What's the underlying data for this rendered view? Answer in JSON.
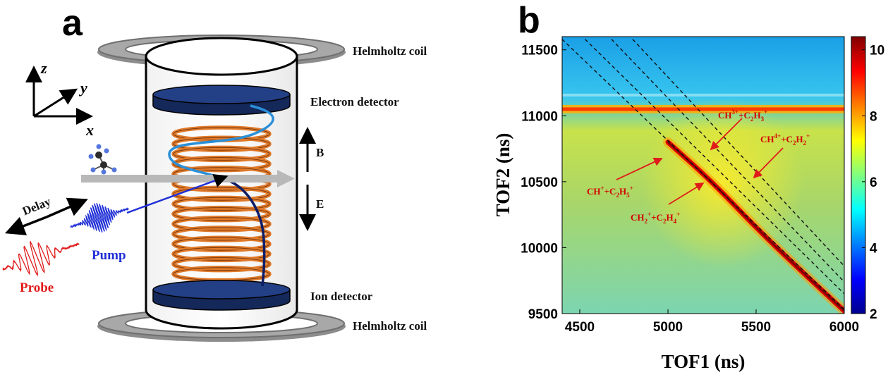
{
  "panel_a": {
    "letter": "a",
    "labels": {
      "helmholtz_top": "Helmholtz coil",
      "electron_detector": "Electron detector",
      "ion_detector": "Ion detector",
      "helmholtz_bottom": "Helmholtz coil",
      "b_field": "B",
      "e_field": "E",
      "delay": "Delay",
      "pump": "Pump",
      "probe": "Probe",
      "axis_x": "x",
      "axis_y": "y",
      "axis_z": "z"
    },
    "colors": {
      "coil": "#e07a2a",
      "detector": "#1a2f66",
      "pump": "#1f2fd6",
      "probe": "#e01b1b",
      "beam": "#b5b5b5"
    }
  },
  "panel_b": {
    "letter": "b",
    "annotations": {
      "ch3_c2h3": {
        "a": "CH",
        "a_sup": "3",
        "a_sup2": "+",
        "plus": "+C",
        "b_sub": "2",
        "b": "H",
        "b_sub2": "3",
        "b_sup": "+"
      },
      "ch4_c2h2": {
        "a": "CH",
        "a_sup": "4",
        "a_sup2": "+",
        "plus": "+C",
        "b_sub": "2",
        "b": "H",
        "b_sub2": "2",
        "b_sup": "+"
      },
      "ch_c2h5": {
        "a": "CH",
        "a_sup2": "+",
        "plus": "+C",
        "b_sub": "2",
        "b": "H",
        "b_sub2": "5",
        "b_sup": "+"
      },
      "ch2_c2h4": {
        "a": "CH",
        "a_sup": "2",
        "a_sup2": "+",
        "plus": "+C",
        "b_sub": "2",
        "b": "H",
        "b_sub2": "4",
        "b_sup": "+"
      }
    }
  },
  "chart_data": {
    "type": "heatmap",
    "xlabel": "TOF1 (ns)",
    "ylabel": "TOF2 (ns)",
    "xlim": [
      4400,
      6000
    ],
    "ylim": [
      9500,
      11600
    ],
    "xticks": [
      4500,
      5000,
      5500,
      6000
    ],
    "yticks": [
      9500,
      10000,
      10500,
      11000,
      11500
    ],
    "colorbar": {
      "min": 2,
      "max": 10.4,
      "ticks": [
        2,
        4,
        6,
        8,
        10
      ],
      "colormap": "jet"
    },
    "features": {
      "horizontal_band_y": 11050,
      "main_ridge": [
        [
          5000,
          10800
        ],
        [
          5250,
          10500
        ],
        [
          5500,
          10150
        ],
        [
          5750,
          9830
        ],
        [
          6000,
          9520
        ]
      ],
      "dashed_guides": [
        [
          [
            4400,
            11580
          ],
          [
            6000,
            9530
          ]
        ],
        [
          [
            4530,
            11580
          ],
          [
            6000,
            9650
          ]
        ],
        [
          [
            4680,
            11580
          ],
          [
            6000,
            9740
          ]
        ],
        [
          [
            4800,
            11580
          ],
          [
            6000,
            9860
          ]
        ]
      ]
    }
  }
}
